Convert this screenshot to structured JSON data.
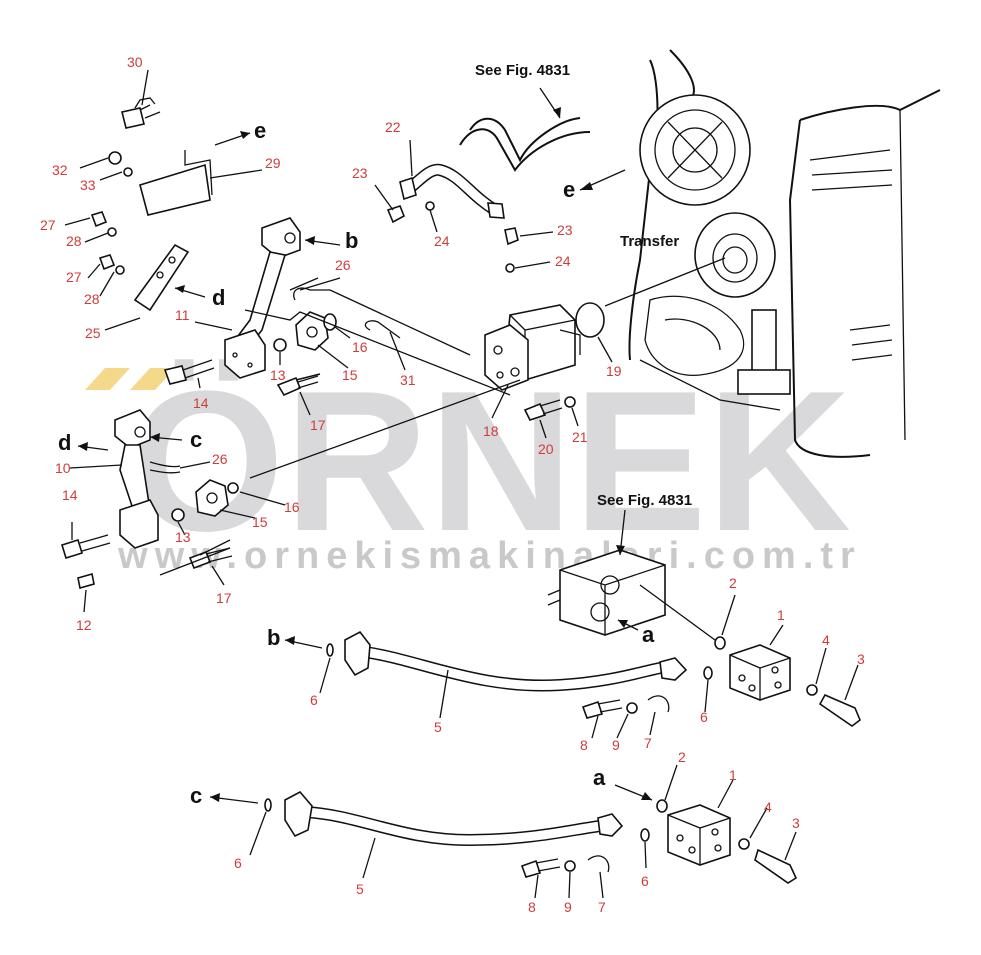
{
  "references": {
    "see_fig_top": "See Fig. 4831",
    "see_fig_mid": "See Fig. 4831",
    "transfer": "Transfer"
  },
  "connectors": [
    "a",
    "b",
    "c",
    "d",
    "e"
  ],
  "callouts": [
    "1",
    "2",
    "3",
    "4",
    "5",
    "6",
    "7",
    "8",
    "9",
    "10",
    "11",
    "12",
    "13",
    "14",
    "15",
    "16",
    "17",
    "18",
    "19",
    "20",
    "21",
    "22",
    "23",
    "24",
    "25",
    "26",
    "27",
    "28",
    "29",
    "30",
    "31",
    "32",
    "33"
  ],
  "watermark": {
    "brand": "ÖRNEK",
    "site": "www.ornekismakinalari.com.tr"
  },
  "colors": {
    "callout": "#d03c3c",
    "line": "#111111",
    "watermark": "#d9d9dc",
    "watermark_accent": "#f5d98a"
  }
}
